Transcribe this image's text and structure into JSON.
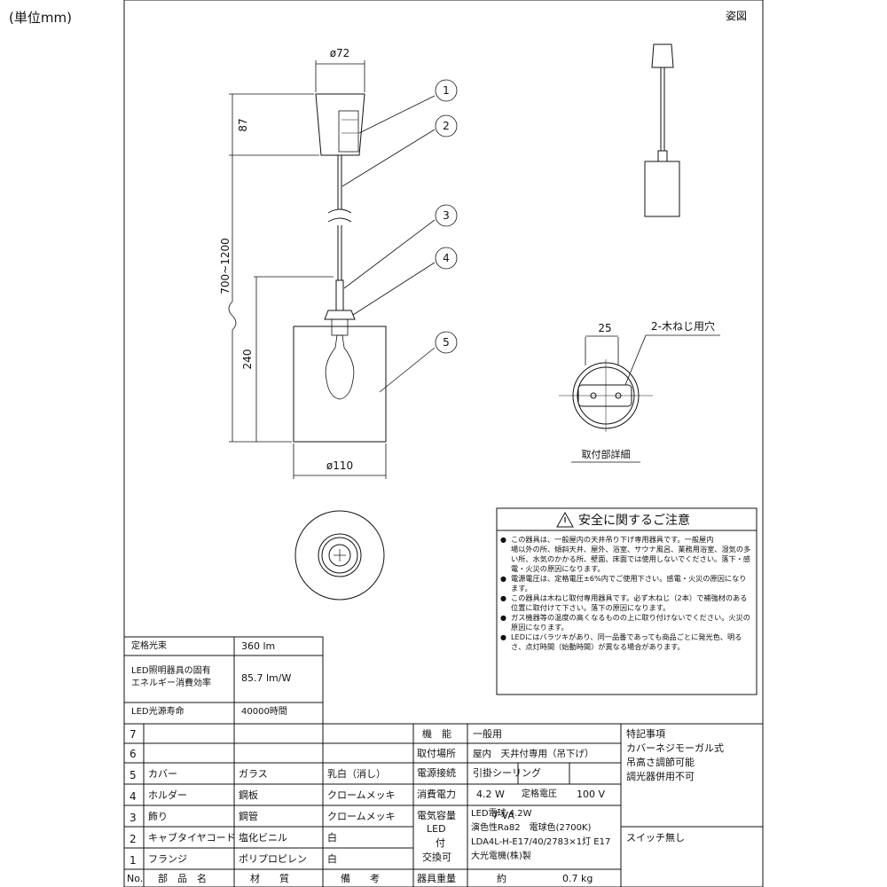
{
  "unit_note": "(単位mm)",
  "view_label": "姿図",
  "dims": {
    "top_dia": "ø72",
    "canopy_h": "87",
    "cord_len": "700~1200",
    "shade_h": "240",
    "shade_dia": "ø110",
    "hole_pitch": "25",
    "screw_holes": "2-木ねじ用穴"
  },
  "callouts": [
    "1",
    "2",
    "3",
    "4",
    "5"
  ],
  "mount_detail_label": "取付部詳細",
  "safety": {
    "title": "安全に関するご注意",
    "items": [
      [
        "この器具は、一般屋内の天井吊り下げ専用器具です。一般屋内",
        "場以外の所、傾斜天井、屋外、浴室、サウナ風呂、業務用浴室、湿気の多",
        "い所、水気のかかる所、壁面、床面では使用しないでください。落下・感",
        "電・火災の原因になります。"
      ],
      [
        "電源電圧は、定格電圧±6%内でご使用下さい。感電・火災の原因になり",
        "ます。"
      ],
      [
        "この器具は木ねじ取付専用器具です。必ず木ねじ（2本）で補強材のある",
        "位置に取付けて下さい。落下の原因になります。"
      ],
      [
        "ガス機器等の温度の高くなるものの上に取り付けないでください。火災の",
        "原因になります。"
      ],
      [
        "LEDにはバラツキがあり、同一品番であっても商品ごとに発光色、明る",
        "さ、点灯時間（始動時間）が異なる場合があります。"
      ]
    ]
  },
  "spec_table": [
    {
      "label": "定格光束",
      "value": "360 lm"
    },
    {
      "label": "LED照明器具の固有\nエネルギー消費効率",
      "value": "85.7 lm/W"
    },
    {
      "label": "LED光源寿命",
      "value": "40000時間"
    }
  ],
  "parts": {
    "header": [
      "No.",
      "部　品　名",
      "材　　質",
      "備　　考"
    ],
    "rows": [
      [
        "7",
        "",
        "",
        ""
      ],
      [
        "6",
        "",
        "",
        ""
      ],
      [
        "5",
        "カバー",
        "ガラス",
        "乳白（消し）"
      ],
      [
        "4",
        "ホルダー",
        "鋼板",
        "クロームメッキ"
      ],
      [
        "3",
        "飾り",
        "鋼管",
        "クロームメッキ"
      ],
      [
        "2",
        "キャブタイヤコード",
        "塩化ビニル",
        "白"
      ],
      [
        "1",
        "フランジ",
        "ポリプロピレン",
        "白"
      ]
    ]
  },
  "info": {
    "kind_label": "機　能",
    "kind": "一般用",
    "place_label": "取付場所",
    "place": "屋内　天井付専用（吊下げ）",
    "conn_label": "電源接続",
    "conn": "引掛シーリング",
    "power_label": "消費電力",
    "power": "4.2 W",
    "rated_label": "定格電圧",
    "rated": "100 V",
    "cap_label": "電気容量",
    "cap": "7 VA",
    "led_label": [
      "LED",
      "付",
      "交換可"
    ],
    "led_lines": [
      "LED電球 4.2W",
      "演色性Ra82　電球色(2700K)",
      "LDA4L-H-E17/40/2783×1灯 E17",
      "大光電機(株)製"
    ],
    "weight_label": "器具重量",
    "weight_prefix": "約",
    "weight": "0.7 kg"
  },
  "notes": {
    "title": "特記事項",
    "lines": [
      "カバーネジモーガル式",
      "吊高さ調節可能",
      "調光器併用不可"
    ],
    "switch": "スイッチ無し"
  }
}
